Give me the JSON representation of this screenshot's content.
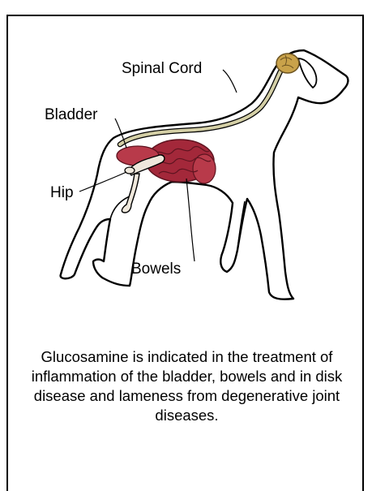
{
  "diagram": {
    "labels": {
      "spinal_cord": "Spinal Cord",
      "bladder": "Bladder",
      "hip": "Hip",
      "bowels": "Bowels"
    },
    "caption": "Glucosamine is indicated in the treatment of inflammation of the bladder, bowels and in disk disease and lameness from degenerative joint diseases."
  },
  "colors": {
    "outline": "#000000",
    "spinal_cord": "#d4cfa6",
    "brain": "#c9a24a",
    "bowels": "#a3283a",
    "bladder": "#b83a4a",
    "bone": "#efe8dc"
  }
}
